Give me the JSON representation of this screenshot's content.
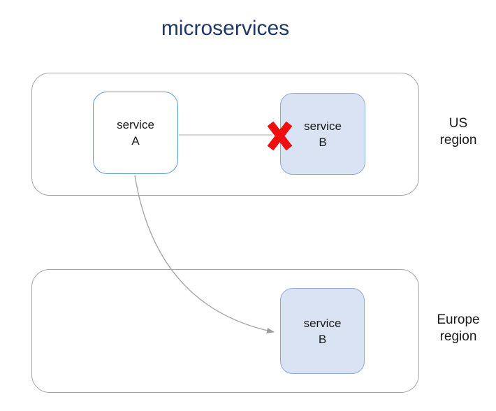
{
  "title": "microservices",
  "colors": {
    "title_text": "#1F3864",
    "body_text": "#1A1A1A",
    "region_border": "#A6A6A6",
    "service_a_border": "#5B9BD5",
    "service_b_border": "#8FAADC",
    "service_b_fill": "#DAE3F3",
    "connector_gray": "#A6A6A6",
    "blocked_x_red": "#F10E0E"
  },
  "diagram": {
    "regions": [
      {
        "id": "us",
        "label": [
          "US",
          "region"
        ]
      },
      {
        "id": "europe",
        "label": [
          "Europe",
          "region"
        ]
      }
    ],
    "nodes": [
      {
        "id": "service-a",
        "region": "us",
        "label": [
          "service",
          "A"
        ]
      },
      {
        "id": "service-b-us",
        "region": "us",
        "label": [
          "service",
          "B"
        ]
      },
      {
        "id": "service-b-europe",
        "region": "europe",
        "label": [
          "service",
          "B"
        ]
      }
    ],
    "edges": [
      {
        "from": "service-a",
        "to": "service-b-us",
        "marker": "blocked-x"
      },
      {
        "from": "service-a",
        "to": "service-b-europe",
        "marker": "arrowhead"
      }
    ]
  }
}
